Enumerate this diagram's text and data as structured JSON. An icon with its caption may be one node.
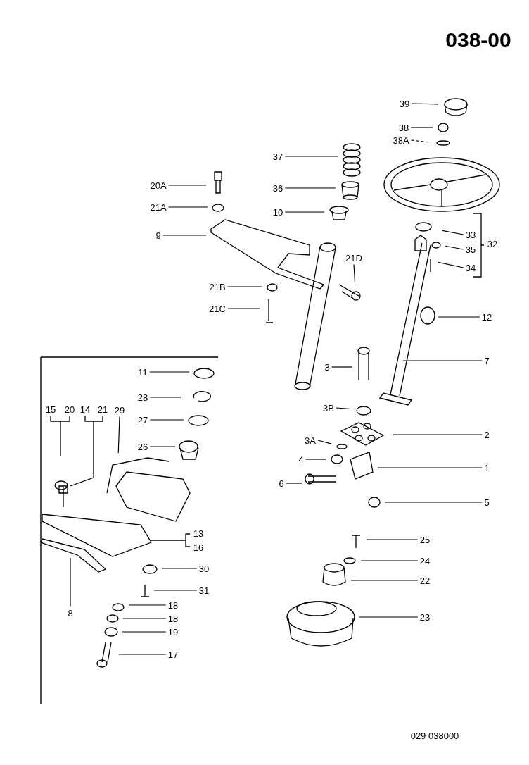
{
  "diagram": {
    "title": "038-00",
    "caption": "029 038000",
    "nodes": [
      {
        "text": [
          "39"
        ]
      },
      {
        "text": [
          "38"
        ]
      },
      {
        "text": [
          "38A"
        ]
      },
      {
        "text": [
          "37"
        ]
      },
      {
        "text": [
          "20A"
        ]
      },
      {
        "text": [
          "36"
        ]
      },
      {
        "text": [
          "21A"
        ]
      },
      {
        "text": [
          "10"
        ]
      },
      {
        "text": [
          "9"
        ]
      },
      {
        "text": [
          "33"
        ]
      },
      {
        "text": [
          "35"
        ]
      },
      {
        "text": [
          "34"
        ]
      },
      {
        "text": [
          "21D"
        ]
      },
      {
        "text": [
          "21B"
        ]
      },
      {
        "text": [
          "21C"
        ]
      },
      {
        "text": [
          "12"
        ]
      },
      {
        "text": [
          "3"
        ]
      },
      {
        "text": [
          "7"
        ]
      },
      {
        "text": [
          "11"
        ]
      },
      {
        "text": [
          "28"
        ]
      },
      {
        "text": [
          "3B"
        ]
      },
      {
        "text": [
          "27"
        ]
      },
      {
        "text": [
          "29"
        ]
      },
      {
        "text": [
          "2"
        ]
      },
      {
        "text": [
          "26"
        ]
      },
      {
        "text": [
          "3A"
        ]
      },
      {
        "text": [
          "4"
        ]
      },
      {
        "text": [
          "1"
        ]
      },
      {
        "text": [
          "6"
        ]
      },
      {
        "text": [
          "5"
        ]
      },
      {
        "text": [
          "25"
        ]
      },
      {
        "text": [
          "24"
        ]
      },
      {
        "text": [
          "22"
        ]
      },
      {
        "text": [
          "23"
        ]
      },
      {
        "text": [
          "30"
        ]
      },
      {
        "text": [
          "31"
        ]
      },
      {
        "text": [
          "18"
        ]
      },
      {
        "text": [
          "18"
        ]
      },
      {
        "text": [
          "19"
        ]
      },
      {
        "text": [
          "17"
        ]
      },
      {
        "text": [
          "8"
        ]
      }
    ],
    "edges": [
      {
        "from": 0,
        "to": null,
        "arrow": "none"
      },
      {
        "from": 1,
        "to": null,
        "arrow": "none"
      },
      {
        "from": 2,
        "to": null,
        "arrow": "none",
        "style": "dashed"
      },
      {
        "from": 3,
        "to": null,
        "arrow": "none"
      },
      {
        "from": 4,
        "to": null,
        "arrow": "none"
      },
      {
        "from": 5,
        "to": null,
        "arrow": "none"
      },
      {
        "from": 6,
        "to": null,
        "arrow": "none"
      },
      {
        "from": 7,
        "to": null,
        "arrow": "none"
      },
      {
        "from": 8,
        "to": null,
        "arrow": "none"
      },
      {
        "from": 9,
        "to": null,
        "arrow": "none"
      },
      {
        "from": 10,
        "to": null,
        "arrow": "none"
      },
      {
        "from": 11,
        "to": null,
        "arrow": "none"
      },
      {
        "from": 12,
        "to": null,
        "arrow": "none"
      },
      {
        "from": 13,
        "to": null,
        "arrow": "none"
      },
      {
        "from": 14,
        "to": null,
        "arrow": "none"
      },
      {
        "from": 15,
        "to": null,
        "arrow": "none"
      },
      {
        "from": 16,
        "to": null,
        "arrow": "none"
      },
      {
        "from": 17,
        "to": null,
        "arrow": "none"
      },
      {
        "from": 18,
        "to": null,
        "arrow": "none"
      },
      {
        "from": 19,
        "to": null,
        "arrow": "none"
      },
      {
        "from": 20,
        "to": null,
        "arrow": "none"
      },
      {
        "from": 21,
        "to": null,
        "arrow": "none"
      },
      {
        "from": 22,
        "to": null,
        "arrow": "none"
      },
      {
        "from": 23,
        "to": null,
        "arrow": "none"
      },
      {
        "from": 24,
        "to": null,
        "arrow": "none"
      },
      {
        "from": 25,
        "to": null,
        "arrow": "none"
      },
      {
        "from": 26,
        "to": null,
        "arrow": "none"
      },
      {
        "from": 27,
        "to": null,
        "arrow": "none"
      },
      {
        "from": 28,
        "to": null,
        "arrow": "none"
      },
      {
        "from": 29,
        "to": null,
        "arrow": "none"
      },
      {
        "from": 30,
        "to": null,
        "arrow": "none"
      },
      {
        "from": 31,
        "to": null,
        "arrow": "none"
      },
      {
        "from": 32,
        "to": null,
        "arrow": "none"
      },
      {
        "from": 33,
        "to": null,
        "arrow": "none"
      },
      {
        "from": 34,
        "to": null,
        "arrow": "none"
      },
      {
        "from": 35,
        "to": null,
        "arrow": "none"
      },
      {
        "from": 36,
        "to": null,
        "arrow": "none"
      },
      {
        "from": 37,
        "to": null,
        "arrow": "none"
      },
      {
        "from": 38,
        "to": null,
        "arrow": "none"
      },
      {
        "from": 39,
        "to": null,
        "arrow": "none"
      },
      {
        "from": 40,
        "to": null,
        "arrow": "none"
      }
    ],
    "labels": [
      "32",
      "15",
      "20",
      "14",
      "21",
      "13",
      "16"
    ]
  }
}
